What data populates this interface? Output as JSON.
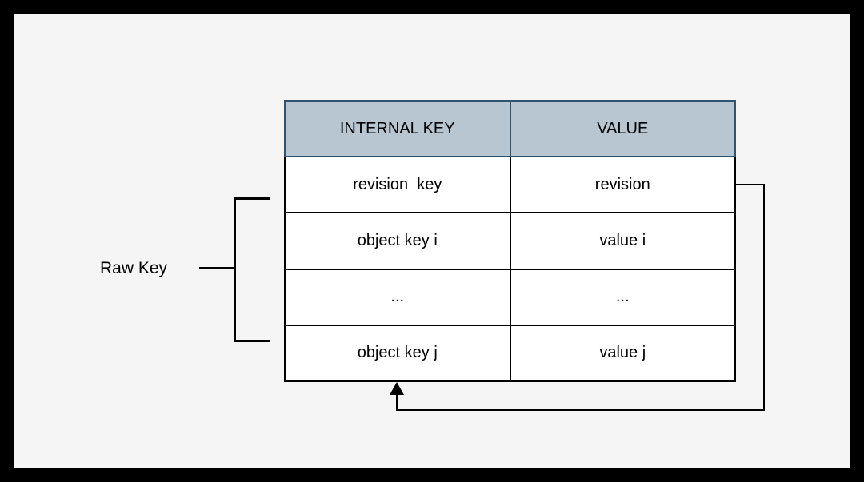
{
  "diagram": {
    "table": {
      "header": {
        "internal_key": "INTERNAL KEY",
        "value": "VALUE"
      },
      "rows": [
        {
          "internal_key": "revision  key",
          "value": "revision"
        },
        {
          "internal_key": "object key i",
          "value": "value i"
        },
        {
          "internal_key": "...",
          "value": "..."
        },
        {
          "internal_key": "object key j",
          "value": "value j"
        }
      ]
    },
    "annotations": {
      "raw_key_label": "Raw Key"
    },
    "colors": {
      "header_fill": "#b8c6d2",
      "header_border": "#33526e",
      "body_fill": "#ffffff",
      "table_border": "#000000",
      "line_color": "#000000",
      "text_color": "#000000",
      "canvas_background": "#f5f5f5",
      "frame_background": "#000000"
    }
  }
}
